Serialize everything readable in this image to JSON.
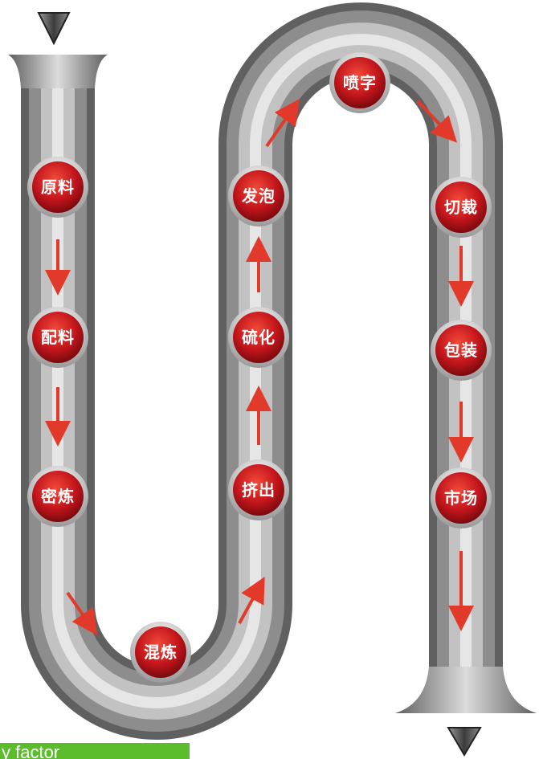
{
  "diagram": {
    "steps": [
      {
        "id": "step-yuanliao",
        "label": "原料"
      },
      {
        "id": "step-peiliao",
        "label": "配料"
      },
      {
        "id": "step-mielian",
        "label": "密炼"
      },
      {
        "id": "step-hunlian",
        "label": "混炼"
      },
      {
        "id": "step-jichu",
        "label": "挤出"
      },
      {
        "id": "step-liuhua",
        "label": "硫化"
      },
      {
        "id": "step-fapao",
        "label": "发泡"
      },
      {
        "id": "step-penzi",
        "label": "喷字"
      },
      {
        "id": "step-qiecai",
        "label": "切裁"
      },
      {
        "id": "step-baozhuang",
        "label": "包装"
      },
      {
        "id": "step-shichang",
        "label": "市场"
      }
    ],
    "colors": {
      "pipe_dark": "#6e6e6e",
      "pipe_light": "#d9d9d9",
      "node_red": "#c4161c",
      "node_ring": "#e8e8e8",
      "arrow": "#e23a2a"
    },
    "icons": {
      "entry": "funnel-icon",
      "exit": "funnel-icon"
    }
  },
  "footer": {
    "text": "y factor",
    "color": "#5bbd2b"
  }
}
